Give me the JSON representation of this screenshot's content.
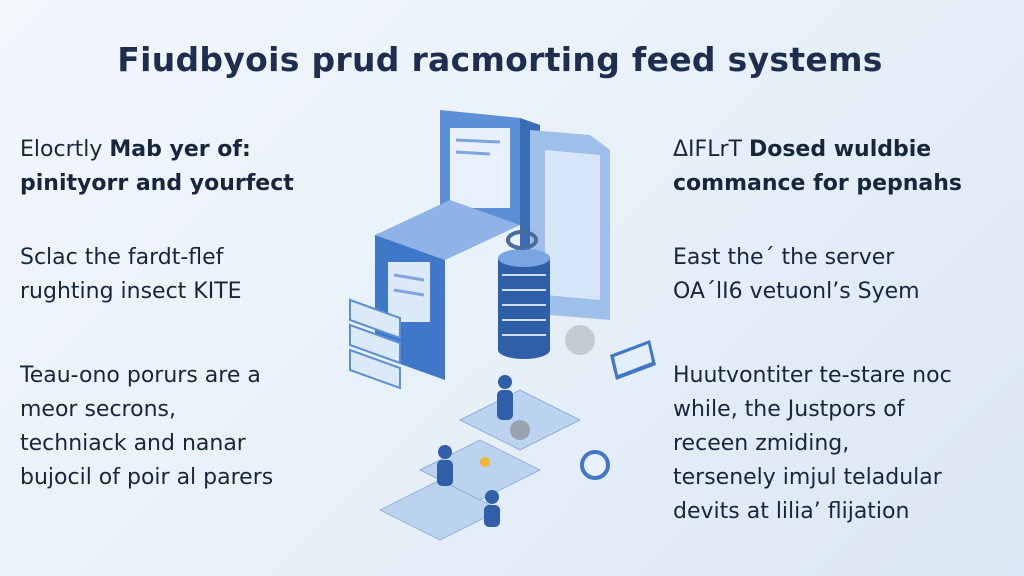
{
  "title": "Fiudbyois prud racmorting feed systems",
  "left": [
    {
      "lines": [
        {
          "normal": "Elocrtly ",
          "bold": "Mab yer of:"
        },
        {
          "normal": "",
          "bold": "pinityorr and yourfect"
        }
      ]
    },
    {
      "lines": [
        "Sclac the fardt-flef",
        "rughting insect KITE"
      ]
    },
    {
      "lines": [
        "Teau-ono porurs are a",
        "meor secrons,",
        "techniack and nanar",
        "bujocil of poir al parers"
      ]
    }
  ],
  "right": [
    {
      "lines": [
        {
          "normal": "ΔIFLrT ",
          "bold": "Dosed wuldbie"
        },
        {
          "normal": "",
          "bold": "commance for pepnahs"
        }
      ]
    },
    {
      "lines": [
        "East the´ the server",
        "OA´lI6 vetuonl’s Syem"
      ]
    },
    {
      "lines": [
        "Huutvontiter te-stare noc",
        "while, the Justpors of",
        "receen zmiding,",
        "tersenely imjul teladular",
        "devits at lilia’ flijation"
      ]
    }
  ],
  "colors": {
    "accent": "#3f78c8",
    "light": "#a9c6ea",
    "dark": "#1d2e4e"
  }
}
